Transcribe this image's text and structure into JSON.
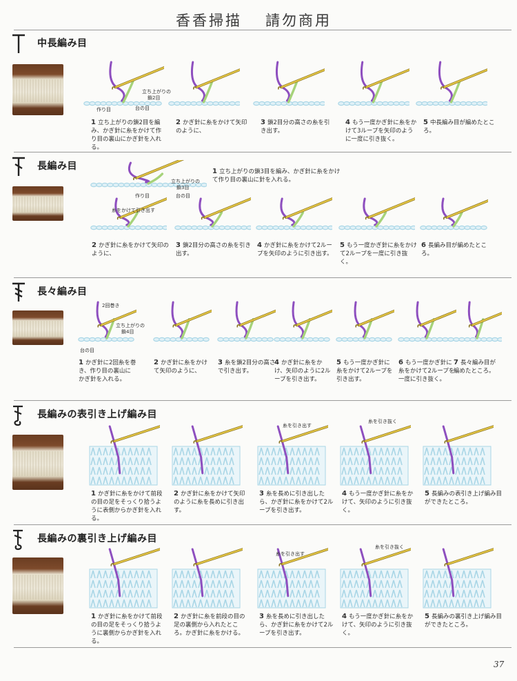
{
  "header": {
    "title": "香香掃描",
    "subtitle": "請勿商用"
  },
  "page_number": "37",
  "colors": {
    "stitch_base": "#a9d6e6",
    "stitch_active": "#8e4fbf",
    "stitch_new": "#a6d37a",
    "hook": "#e2c445",
    "swatch_frame": "#6a3d22"
  },
  "sections": [
    {
      "title": "中長編み目",
      "labels": [
        "立ち上がりの",
        "鎖2目",
        "作り目",
        "台の目"
      ],
      "steps": [
        {
          "num": "1",
          "text": "立ち上がりの鎖2目を編み、かぎ針に糸をかけて作り目の裏山にかぎ針を入れる。"
        },
        {
          "num": "2",
          "text": "かぎ針に糸をかけて矢印のように、"
        },
        {
          "num": "3",
          "text": "鎖2目分の高さの糸を引き出す。"
        },
        {
          "num": "4",
          "text": "もう一度かぎ針に糸をかけて3ループを矢印のように一度に引き抜く。"
        },
        {
          "num": "5",
          "text": "中長編み目が編めたところ。"
        }
      ]
    },
    {
      "title": "長編み目",
      "labels": [
        "立ち上がりの",
        "鎖3目",
        "作り目",
        "台の目",
        "糸をかけて引き出す"
      ],
      "steps": [
        {
          "num": "1",
          "text": "立ち上がりの鎖3目を編み、かぎ針に糸をかけて作り目の裏山に針を入れる。"
        },
        {
          "num": "2",
          "text": "かぎ針に糸をかけて矢印のように、"
        },
        {
          "num": "3",
          "text": "鎖2目分の高さの糸を引き出す。"
        },
        {
          "num": "4",
          "text": "かぎ針に糸をかけて2ループを矢印のように引き出す。"
        },
        {
          "num": "5",
          "text": "もう一度かぎ針に糸をかけて2ループを一度に引き抜く。"
        },
        {
          "num": "6",
          "text": "長編み目が編めたところ。"
        }
      ]
    },
    {
      "title": "長々編み目",
      "labels": [
        "2回巻き",
        "立ち上がりの",
        "鎖4目",
        "台の目"
      ],
      "steps": [
        {
          "num": "1",
          "text": "かぎ針に2回糸を巻き、作り目の裏山にかぎ針を入れる。"
        },
        {
          "num": "2",
          "text": "かぎ針に糸をかけて矢印のように、"
        },
        {
          "num": "3",
          "text": "糸を鎖2目分の高さで引き出す。"
        },
        {
          "num": "4",
          "text": "かぎ針に糸をかけ、矢印のように2ループを引き出す。"
        },
        {
          "num": "5",
          "text": "もう一度かぎ針に糸をかけて2ループを引き出す。"
        },
        {
          "num": "6",
          "text": "もう一度かぎ針に糸をかけて2ループを一度に引き抜く。"
        },
        {
          "num": "7",
          "text": "長々編み目が編めたところ。"
        }
      ]
    },
    {
      "title": "長編みの表引き上げ編み目",
      "labels": [
        "糸を引き出す",
        "糸を引き抜く"
      ],
      "steps": [
        {
          "num": "1",
          "text": "かぎ針に糸をかけて前段の目の足をそっくり拾うように表側からかぎ針を入れる。"
        },
        {
          "num": "2",
          "text": "かぎ針に糸をかけて矢印のように糸を長めに引き出す。"
        },
        {
          "num": "3",
          "text": "糸を長めに引き出したら、かぎ針に糸をかけて2ループを引き出す。"
        },
        {
          "num": "4",
          "text": "もう一度かぎ針に糸をかけて、矢印のように引き抜く。"
        },
        {
          "num": "5",
          "text": "長編みの表引き上げ編み目ができたところ。"
        }
      ]
    },
    {
      "title": "長編みの裏引き上げ編み目",
      "labels": [
        "糸を引き出す",
        "糸を引き抜く"
      ],
      "steps": [
        {
          "num": "1",
          "text": "かぎ針に糸をかけて前段の目の足をそっくり拾うように裏側からかぎ針を入れる。"
        },
        {
          "num": "2",
          "text": "かぎ針に糸を前段の目の足の裏側から入れたところ。かぎ針に糸をかける。"
        },
        {
          "num": "3",
          "text": "糸を長めに引き出したら、かぎ針に糸をかけて2ループを引き出す。"
        },
        {
          "num": "4",
          "text": "もう一度かぎ針に糸をかけて、矢印のように引き抜く。"
        },
        {
          "num": "5",
          "text": "長編みの裏引き上げ編み目ができたところ。"
        }
      ]
    }
  ]
}
